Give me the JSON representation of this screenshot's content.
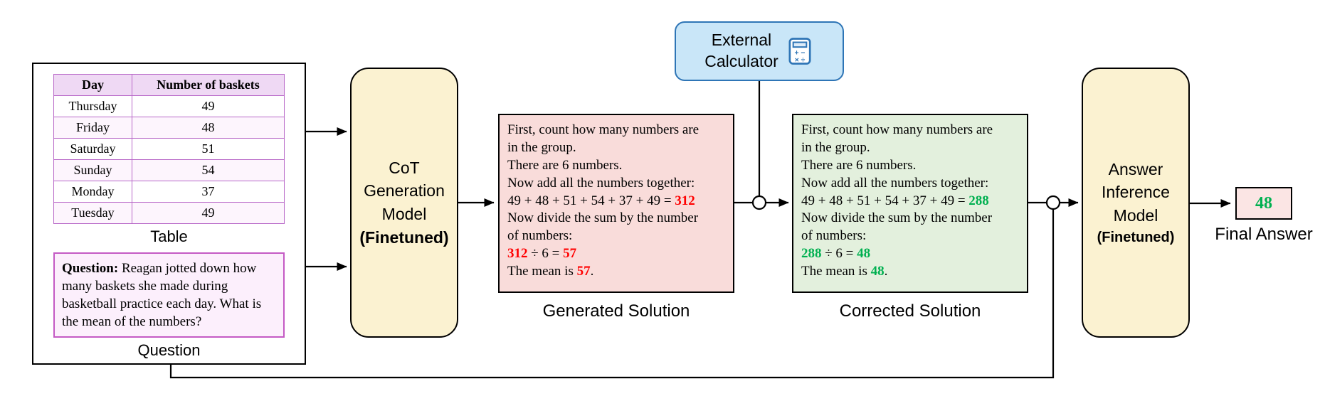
{
  "input": {
    "table": {
      "headers": [
        "Day",
        "Number of baskets"
      ],
      "rows": [
        [
          "Thursday",
          "49"
        ],
        [
          "Friday",
          "48"
        ],
        [
          "Saturday",
          "51"
        ],
        [
          "Sunday",
          "54"
        ],
        [
          "Monday",
          "37"
        ],
        [
          "Tuesday",
          "49"
        ]
      ],
      "caption": "Table"
    },
    "question": {
      "prefix": "Question:",
      "text": " Reagan jotted down how many baskets she made during basketball practice each day. What is the mean of the numbers?",
      "caption": "Question"
    }
  },
  "cot_model": {
    "lines": [
      "CoT",
      "Generation",
      "Model"
    ],
    "badge": "(Finetuned)"
  },
  "calculator": {
    "label_line1": "External",
    "label_line2": "Calculator",
    "icon": "calculator-icon"
  },
  "generated_solution": {
    "caption": "Generated Solution",
    "segments": [
      "First, count how many numbers are\nin the group.\nThere are 6 numbers.\nNow add all the numbers together:\n49 + 48 + 51 + 54 + 37 + 49 = ",
      "312",
      "\nNow divide the sum by the number\nof numbers:\n",
      "312",
      " ÷ 6 = ",
      "57",
      "\nThe mean is ",
      "57",
      "."
    ]
  },
  "corrected_solution": {
    "caption": "Corrected Solution",
    "segments": [
      "First, count how many numbers are\nin the group.\nThere are 6 numbers.\nNow add all the numbers together:\n49 + 48 + 51 + 54 + 37 + 49 = ",
      "288",
      "\nNow divide the sum by the number\nof numbers:\n",
      "288",
      " ÷ 6 = ",
      "48",
      "\nThe mean is ",
      "48",
      "."
    ]
  },
  "answer_model": {
    "lines": [
      "Answer",
      "Inference",
      "Model"
    ],
    "badge": "(Finetuned)"
  },
  "final_answer": {
    "value": "48",
    "caption": "Final Answer"
  },
  "colors": {
    "error": "#FF0000",
    "correct": "#00B050",
    "model_fill": "#FBF2D1",
    "generated_fill": "#F9DCDA",
    "corrected_fill": "#E3F0DD",
    "calculator_fill": "#C9E6F8",
    "calculator_border": "#2E75B6",
    "question_border": "#C45AC4",
    "table_border": "#B868C8"
  }
}
